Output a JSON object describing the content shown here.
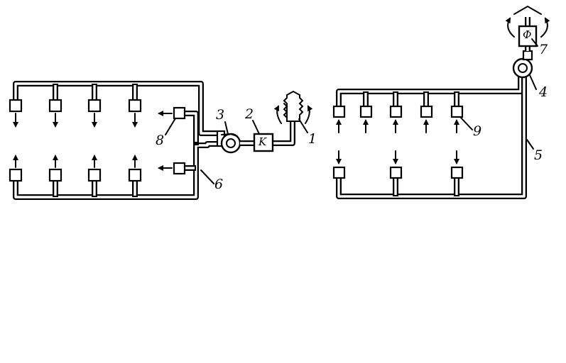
{
  "labels": {
    "n1": "1",
    "n2": "2",
    "n3": "3",
    "n4": "4",
    "n5": "5",
    "n6": "6",
    "n7": "7",
    "n8": "8",
    "n9": "9"
  },
  "box_letters": {
    "k": "K",
    "f": "Ф"
  },
  "icons": {
    "arrow": "arrow-icon",
    "fan": "fan-icon",
    "outlet": "outlet-icon",
    "intake": "air-intake-icon",
    "hood": "roof-hood-icon"
  }
}
